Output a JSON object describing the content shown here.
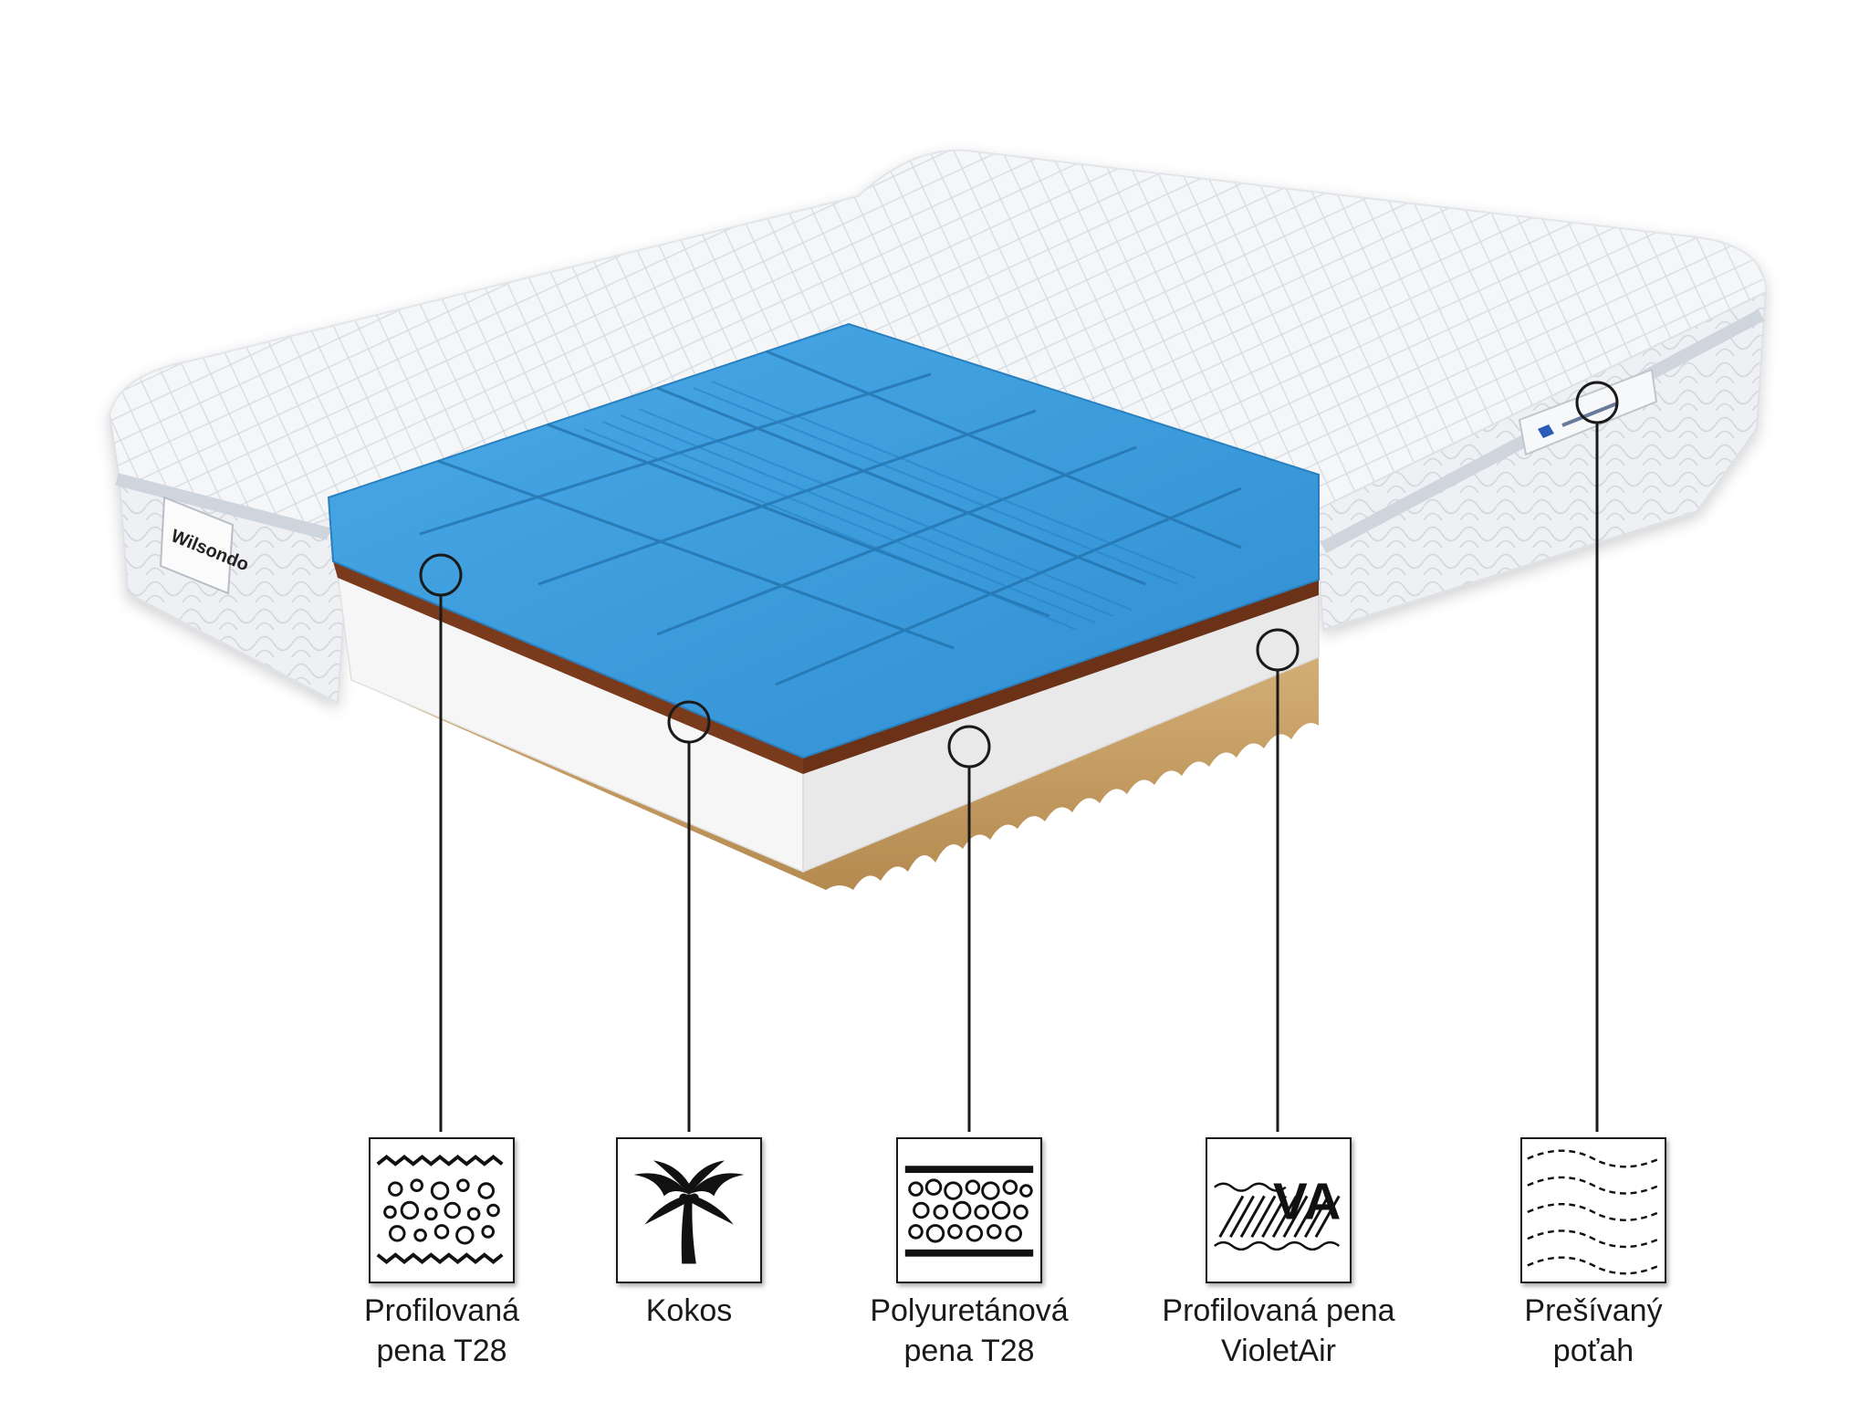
{
  "product": {
    "brand_label": "Wilsondo",
    "side_tag_icon": "cover-brand-tag-icon"
  },
  "colors": {
    "profiled_foam": "#3f9fdc",
    "coconut": "#7a3a1c",
    "pu_foam": "#f1f1f1",
    "violetair_foam": "#c9a26a",
    "cover": "#f4f6f8",
    "callout_line": "#1a1a1a"
  },
  "layers": [
    {
      "id": "profiled-foam",
      "icon": "profiled-foam-icon",
      "line1": "Profilovaná",
      "line2": "pena T28"
    },
    {
      "id": "coconut",
      "icon": "palm-tree-icon",
      "line1": "Kokos",
      "line2": ""
    },
    {
      "id": "pu-foam",
      "icon": "polyurethane-foam-icon",
      "line1": "Polyuretánová",
      "line2": "pena T28"
    },
    {
      "id": "violetair-foam",
      "icon": "violetair-icon",
      "icon_text": "VA",
      "line1": "Profilovaná pena",
      "line2": "VioletAir"
    },
    {
      "id": "quilted-cover",
      "icon": "quilted-cover-icon",
      "line1": "Prešívaný",
      "line2": "poťah"
    }
  ]
}
